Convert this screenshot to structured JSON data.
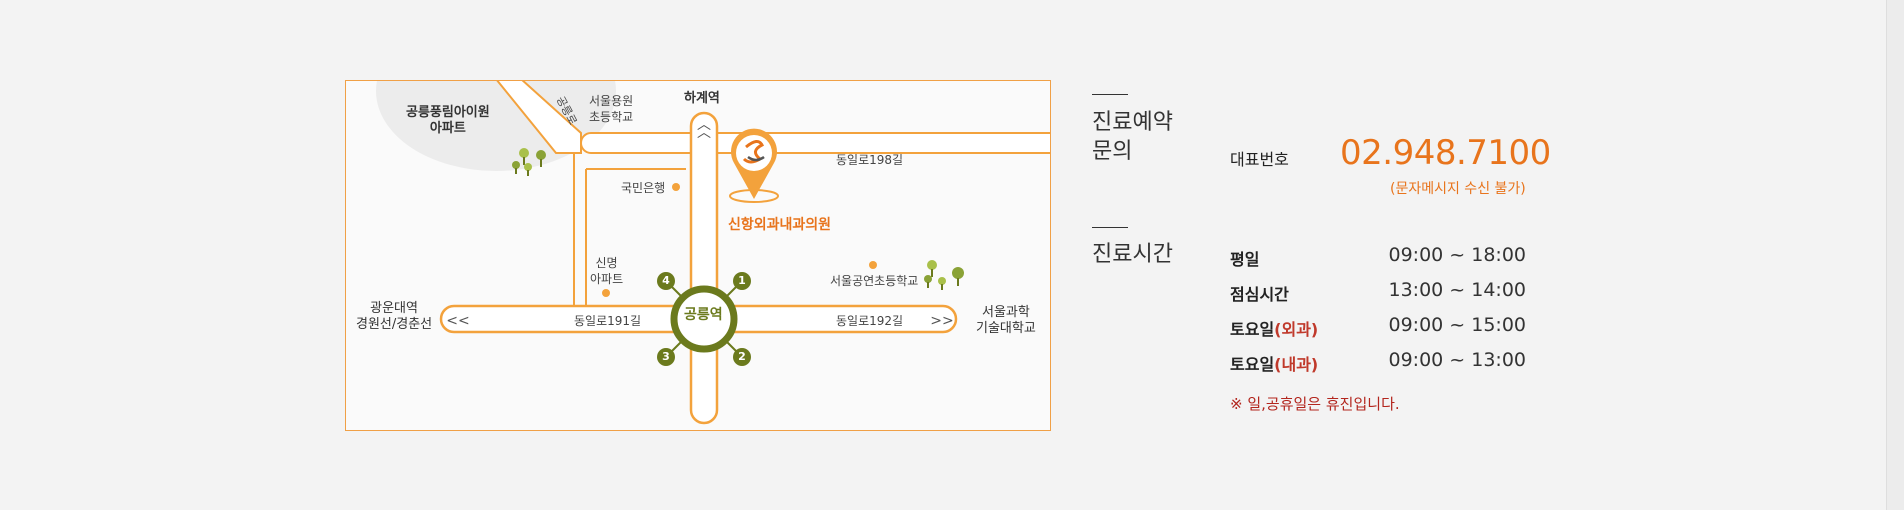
{
  "map": {
    "labels": {
      "apartment_top": "공릉풍림아이원\n아파트",
      "road_diag": "공릉로",
      "school_top": "서울용원\n초등학교",
      "station_north": "하계역",
      "road_198": "동일로198길",
      "bank": "국민은행",
      "clinic": "신항외과내과의원",
      "apartment_sinmyeong": "신명\n아파트",
      "school_east": "서울공연초등학교",
      "west_dest": "광운대역\n경원선/경춘선",
      "road_191": "동일로191길",
      "station": "공릉역",
      "road_192": "동일로192길",
      "east_dest": "서울과학\n기술대학교",
      "exit1": "1",
      "exit2": "2",
      "exit3": "3",
      "exit4": "4"
    }
  },
  "reservation": {
    "title": "진료예약\n문의",
    "phone_label": "대표번호",
    "phone": "02.948.7100",
    "phone_note": "(문자메시지 수신 불가)"
  },
  "hours": {
    "title": "진료시간",
    "rows": [
      {
        "label": "평일",
        "label_suffix": "",
        "time": "09:00 ~ 18:00"
      },
      {
        "label": "점심시간",
        "label_suffix": "",
        "time": "13:00 ~ 14:00"
      },
      {
        "label": "토요일",
        "label_suffix": "(외과)",
        "time": "09:00 ~ 15:00"
      },
      {
        "label": "토요일",
        "label_suffix": "(내과)",
        "time": "09:00 ~ 13:00"
      }
    ],
    "notice": "※ 일,공휴일은 휴진입니다."
  },
  "colors": {
    "accent": "#e8741c",
    "road_outline": "#f3a23c",
    "station_green": "#6b7a1d",
    "notice_red": "#b3261e"
  }
}
